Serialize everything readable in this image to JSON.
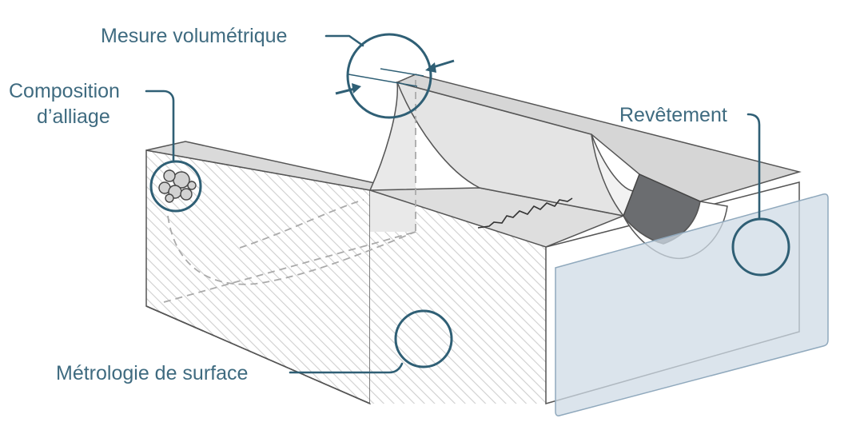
{
  "labels": {
    "volumetric": "Mesure volumétrique",
    "alloy_line1": "Composition",
    "alloy_line2": "d’alliage",
    "coating": "Revêtement",
    "surface": "Métrologie de surface"
  },
  "colors": {
    "label_text": "#3f6b80",
    "callout_stroke": "#2f5f75",
    "coating_panel": "#cfdbe6",
    "groove_dark": "#6b6d70",
    "top_face": "#dadada",
    "hatch": "#cccccc"
  }
}
